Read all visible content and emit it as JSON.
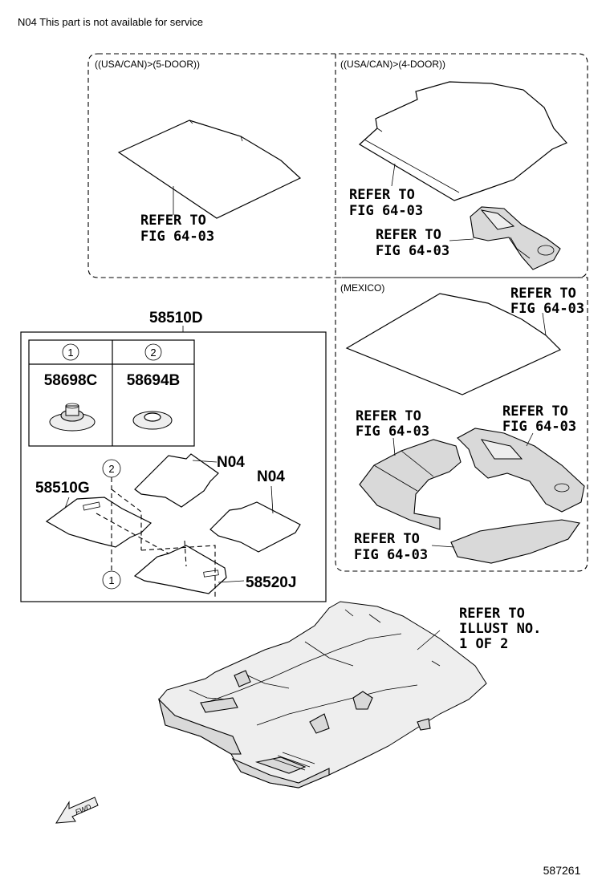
{
  "header": {
    "note": "N04 This part is not available for service"
  },
  "sections": {
    "usa_5door": "((USA/CAN)>(5-DOOR))",
    "usa_4door": "((USA/CAN)>(4-DOOR))",
    "mexico": "(MEXICO)"
  },
  "refs": {
    "r1_line1": "REFER TO",
    "r1_line2": "FIG 64-03",
    "r2_line1": "REFER TO",
    "r2_line2": "FIG 64-03",
    "r3_line1": "REFER TO",
    "r3_line2": "FIG 64-03",
    "r4_line1": "REFER TO",
    "r4_line2": "FIG 64-03",
    "r5_line1": "REFER TO",
    "r5_line2": "FIG 64-03",
    "r6_line1": "REFER TO",
    "r6_line2": "FIG 64-03",
    "r7_line1": "REFER TO",
    "r7_line2": "FIG 64-03",
    "illust_line1": "REFER TO",
    "illust_line2": "ILLUST NO.",
    "illust_line3": "1 OF 2"
  },
  "parts": {
    "kit": "58510D",
    "clip1_index": "1",
    "clip1_part": "58698C",
    "clip2_index": "2",
    "clip2_part": "58694B",
    "mat_front": "58510G",
    "mat_rear": "58520J",
    "n04_a": "N04",
    "n04_b": "N04",
    "callout_2": "2",
    "callout_1": "1"
  },
  "footer": {
    "fwd_label": "FWD",
    "diagram_code": "587261"
  }
}
